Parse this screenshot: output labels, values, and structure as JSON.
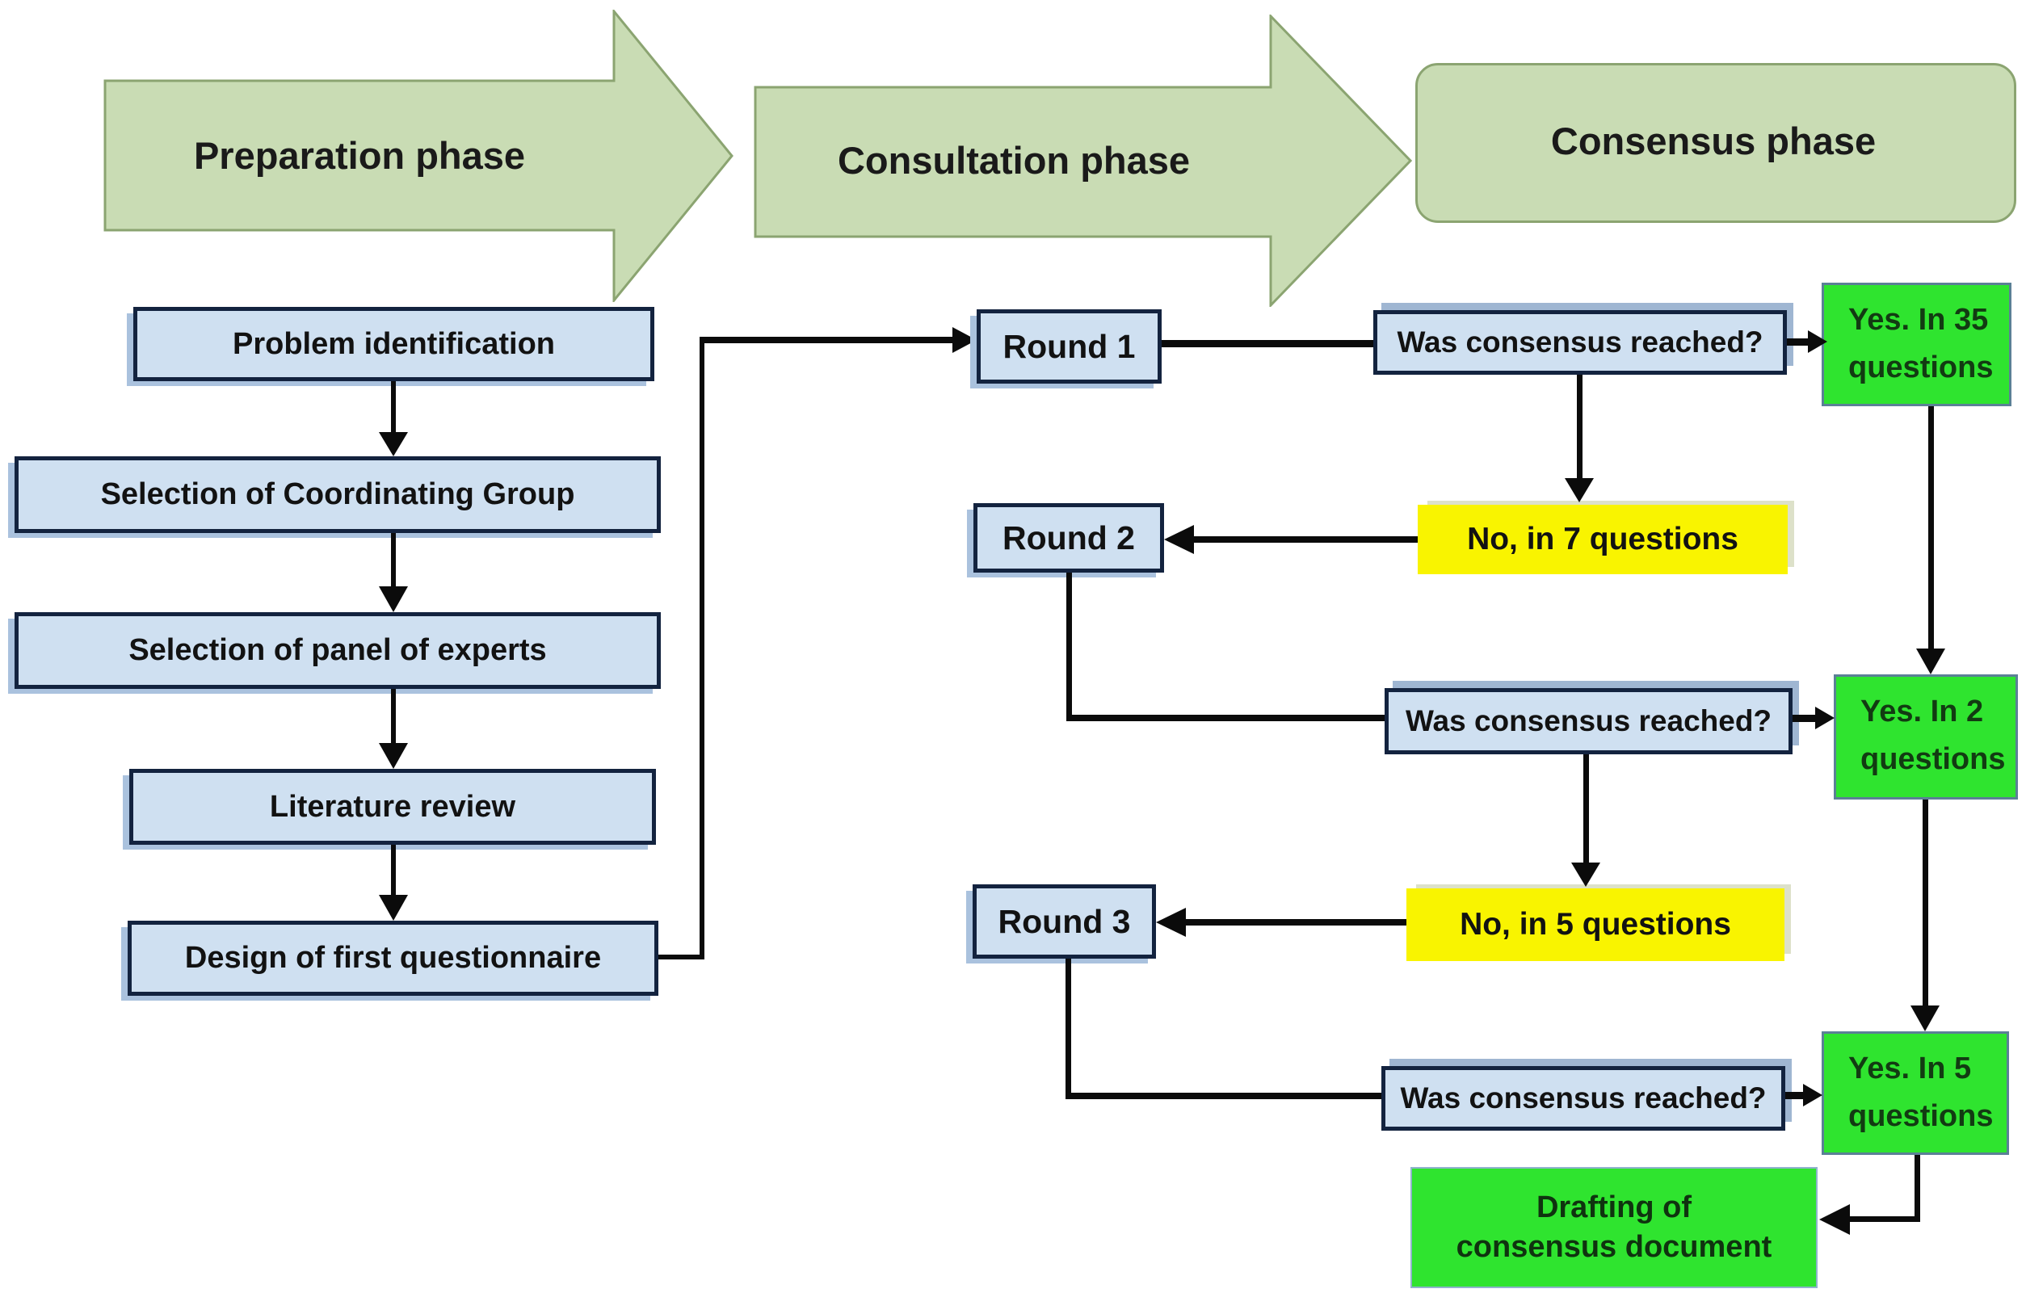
{
  "figure": {
    "phases": [
      "Preparation phase",
      "Consultation phase",
      "Consensus phase"
    ],
    "preparation_steps": [
      "Problem identification",
      "Selection of Coordinating Group",
      "Selection of panel of experts",
      "Literature review",
      "Design of first questionnaire"
    ],
    "rounds": [
      "Round 1",
      "Round 2",
      "Round 3"
    ],
    "consensus_questions": [
      "Was consensus reached?",
      "Was consensus reached?",
      "Was consensus reached?"
    ],
    "yes_results": [
      "Yes. In 35\nquestions",
      "Yes. In 2\nquestions",
      "Yes. In 5\nquestions"
    ],
    "no_results": [
      "No, in 7 questions",
      "No, in 5 questions"
    ],
    "final_step": "Drafting of\nconsensus document",
    "colors": {
      "phase_fill": "#c9dcb4",
      "phase_border": "#8ba471",
      "step_fill": "#cfe0f1",
      "step_border": "#13233f",
      "yes_fill": "#2fe42f",
      "no_fill": "#f9f400",
      "connector": "#0b0b0b"
    }
  }
}
